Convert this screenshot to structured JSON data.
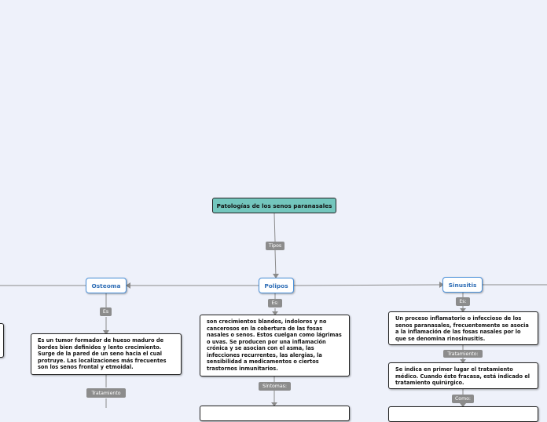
{
  "root": {
    "title": "Patologías de los senos paranasales"
  },
  "root_link_label": "Tipos",
  "topics": {
    "osteoma": {
      "title": "Osteoma",
      "link_label": "Es",
      "description": "Es un tumor formador de hueso maduro de bordes bien definidos y lento crecimiento. Surge de la pared de un seno hacia el cual protruye. Las localizaciones más frecuentes son los senos frontal y etmoidal.",
      "sub_label": "Tratamiento"
    },
    "polipos": {
      "title": "Polipos",
      "link_label": "Es:",
      "description": "son crecimientos blandos, indoloros y no cancerosos en la cobertura de las fosas nasales o senos. Estos cuelgan como lágrimas o uvas. Se producen por una inflamación crónica y se asocian con el asma, las infecciones recurrentes, las alergias, la sensibilidad a medicamentos o ciertos trastornos inmunitarios.",
      "sub_label": "Síntomas:"
    },
    "sinusitis": {
      "title": "Sinusitis",
      "link_label": "Es:",
      "description": "Un proceso inflamatorio o infeccioso de los senos paranasales, frecuentemente se asocia a la inflamación de las fosas nasales por lo que se denomina rinosinusitis.",
      "sub_label": "Tratamiento:",
      "treatment": "Se indica en primer lugar el tratamiento médico. Cuando éste fracasa, está indicado el tratamiento quirúrgico.",
      "sub_label_2": "Como:"
    }
  },
  "colors": {
    "background": "#eef1fa",
    "root_fill": "#73c6bd",
    "topic_border": "#4a90d9",
    "topic_text": "#2e6db5",
    "label_fill": "#8c8c8c",
    "connector": "#8a8a8a"
  }
}
